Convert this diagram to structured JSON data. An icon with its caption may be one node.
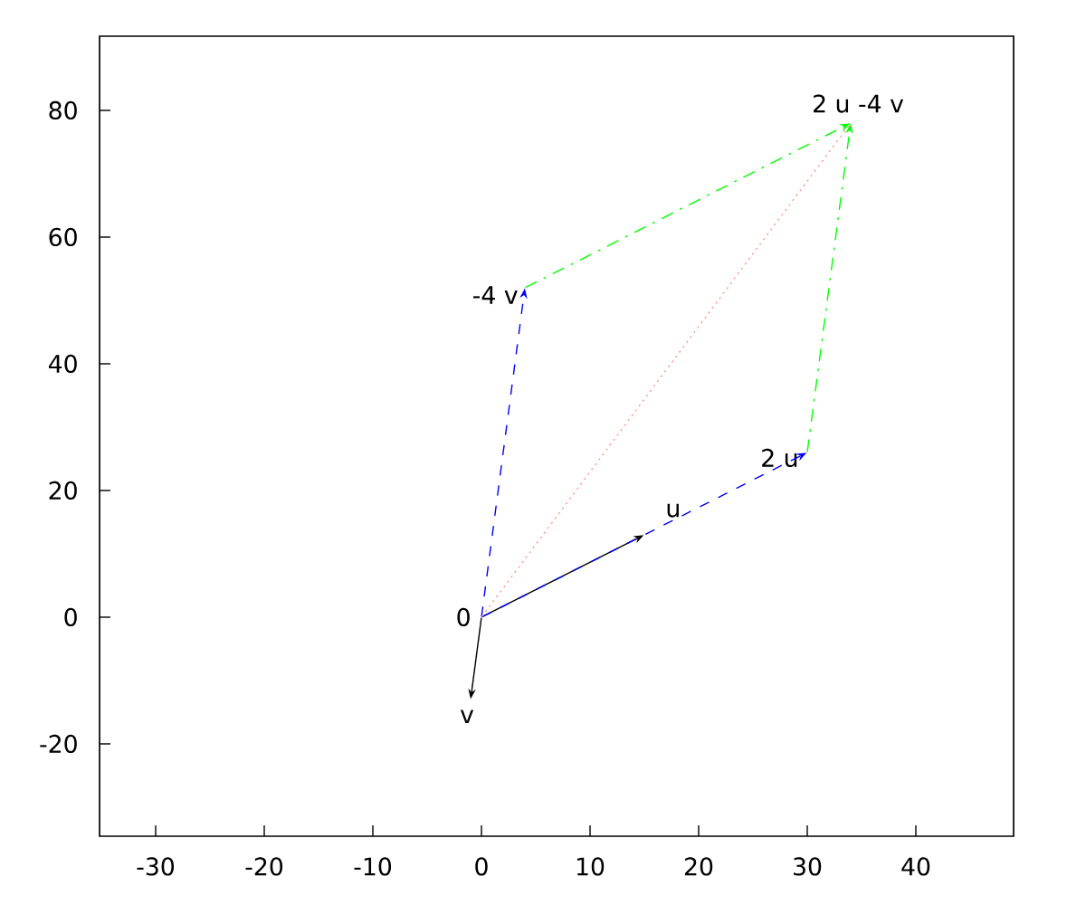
{
  "diagram": {
    "nodes": [
      {
        "text": [
          "0"
        ]
      },
      {
        "text": [
          "u"
        ]
      },
      {
        "text": [
          "v"
        ]
      },
      {
        "text": [
          "2 u"
        ]
      },
      {
        "text": [
          "-4 v"
        ]
      },
      {
        "text": [
          "2 u -4 v"
        ]
      }
    ],
    "edges": [
      {
        "from": 0,
        "to": 1,
        "arrow": "to"
      },
      {
        "from": 0,
        "to": 2,
        "arrow": "to"
      },
      {
        "from": 0,
        "to": 3,
        "arrow": "to",
        "style": "dashed",
        "color": "#0000ff"
      },
      {
        "from": 0,
        "to": 4,
        "arrow": "to",
        "style": "dashed",
        "color": "#0000ff"
      },
      {
        "from": 4,
        "to": 5,
        "arrow": "to",
        "style": "dashed",
        "color": "#00ff00"
      },
      {
        "from": 3,
        "to": 5,
        "arrow": "to",
        "style": "dashed",
        "color": "#00ff00"
      },
      {
        "from": 0,
        "to": 5,
        "arrow": "none",
        "style": "dashed",
        "color": "#ff9999"
      }
    ],
    "labels": [
      "80",
      "60",
      "40",
      "20",
      "0",
      "-20",
      "-30",
      "-20",
      "-10",
      "0",
      "10",
      "20",
      "30",
      "40"
    ]
  }
}
